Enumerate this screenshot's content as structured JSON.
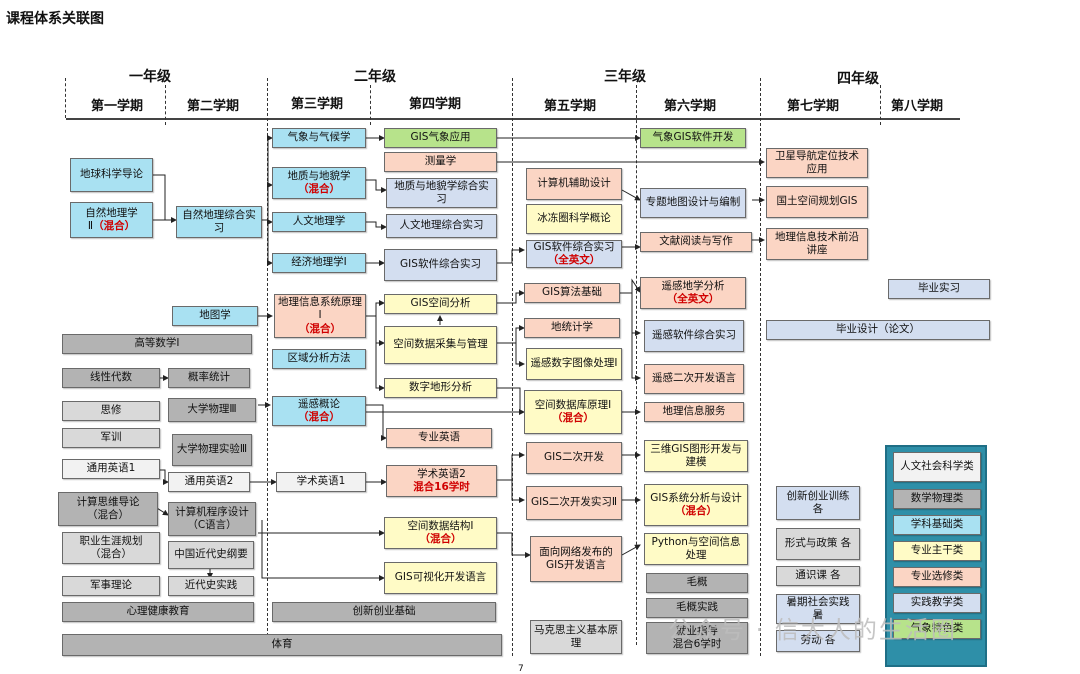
{
  "title": "课程体系关联图",
  "years": [
    "一年级",
    "二年级",
    "三年级",
    "四年级"
  ],
  "terms": [
    "第一学期",
    "第二学期",
    "第三学期",
    "第四学期",
    "第五学期",
    "第六学期",
    "第七学期",
    "第八学期"
  ],
  "courses": {
    "diqiu": "地球科学导论",
    "ziran2_a": "自然地理学",
    "ziran2_b": "Ⅱ",
    "ziran2_c": "（混合）",
    "ziran_shixi": "自然地理综合实习",
    "ditu": "地图学",
    "gaoshu": "高等数学Ⅰ",
    "xiandai": "线性代数",
    "gailv": "概率统计",
    "sixiu": "思修",
    "wuli3": "大学物理Ⅲ",
    "junxun": "军训",
    "wuli_sy": "大学物理实验Ⅲ",
    "yingyu1": "通用英语1",
    "yingyu2": "通用英语2",
    "jisuan_siwei": "计算思维导论",
    "jisuan_siwei_m": "（混合）",
    "chengxu": "计算机程序设计（C语言）",
    "zhiye": "职业生涯规划",
    "zhiye_m": "（混合）",
    "jindai_gy": "中国近代史纲要",
    "junshi": "军事理论",
    "jindai_sj": "近代史实践",
    "xinli": "心理健康教育",
    "chuangxin_jc": "创新创业基础",
    "tiyu": "体育",
    "qixiang": "气象与气候学",
    "dizhi": "地质与地貌学",
    "dizhi_m": "（混合）",
    "renwen": "人文地理学",
    "jingji": "经济地理学Ⅰ",
    "dlxx_a": "地理信息系统原理Ⅰ",
    "dlxx_m": "（混合）",
    "quyu": "区域分析方法",
    "yaogan_gl": "遥感概论",
    "yaogan_gl_m": "（混合）",
    "xueshu1": "学术英语1",
    "gis_qx": "GIS气象应用",
    "celiang": "测量学",
    "dizhi_sx": "地质与地貌学综合实习",
    "renwen_sx": "人文地理综合实习",
    "gis_rj_sx": "GIS软件综合实习",
    "gis_kj": "GIS空间分析",
    "kongjian_cj": "空间数据采集与管理",
    "shuzi_dx": "数字地形分析",
    "zhuanye_yy": "专业英语",
    "xueshu2": "学术英语2",
    "xueshu2_m": "混合16学时",
    "kj_jg": "空间数据结构Ⅰ",
    "kj_jg_m": "（混合）",
    "gis_ksh": "GIS可视化开发语言",
    "jsj_fz": "计算机辅助设计",
    "bingdong": "冰冻圈科学概论",
    "gis_zh": "GIS软件综合实习",
    "gis_zh_m": "（全英文）",
    "gis_sf": "GIS算法基础",
    "didong": "地统计学",
    "yg_tx": "遥感数字图像处理Ⅰ",
    "kj_sjk": "空间数据库原理Ⅰ",
    "kj_sjk_m": "（混合）",
    "gis_ec": "GIS二次开发",
    "gis_ec_sx": "GIS二次开发实习Ⅱ",
    "mianxiang": "面向网络发布的GIS开发语言",
    "makesi": "马克思主义基本原理",
    "qx_gis_rj": "气象GIS软件开发",
    "zhuanti": "专题地图设计与编制",
    "wenxian": "文献阅读与写作",
    "yg_dx": "遥感地学分析",
    "yg_dx_m": "（全英文）",
    "yg_rj": "遥感软件综合实习",
    "yg_ec": "遥感二次开发语言",
    "dlxx_fw": "地理信息服务",
    "sanwei": "三维GIS图形开发与建模",
    "gis_xt": "GIS系统分析与设计",
    "gis_xt_m": "（混合）",
    "python": "Python与空间信息处理",
    "maogai": "毛概",
    "maogai_sj": "毛概实践",
    "jiuye": "就业指导",
    "jiuye_m": "混合6学时",
    "weixing": "卫星导航定位技术应用",
    "guotu": "国土空间规划GIS",
    "dlxx_qy": "地理信息技术前沿讲座",
    "biye_sx": "毕业实习",
    "biye_sj": "毕业设计（论文）",
    "chuangxin_xl": "创新创业训练 各",
    "xingshi": "形式与政策 各",
    "tongshi": "通识课 各",
    "shujia": "暑期社会实践 暑",
    "laodong": "劳动 各"
  },
  "legend": [
    "人文社会科学类",
    "数学物理类",
    "学科基础类",
    "专业主干类",
    "专业选修类",
    "实践教学类",
    "气象特色类"
  ],
  "colors": {
    "blue": "#a9e1f2",
    "pink": "#fbd5c4",
    "yellow": "#fffbc6",
    "lavender": "#d3def0",
    "gray": "#d9d9d9",
    "dark_gray": "#b3b3b3",
    "green": "#b7e38b",
    "red_text": "#d00000"
  },
  "watermark": "公众号 · 信大人的生活圈",
  "page_number": "7"
}
